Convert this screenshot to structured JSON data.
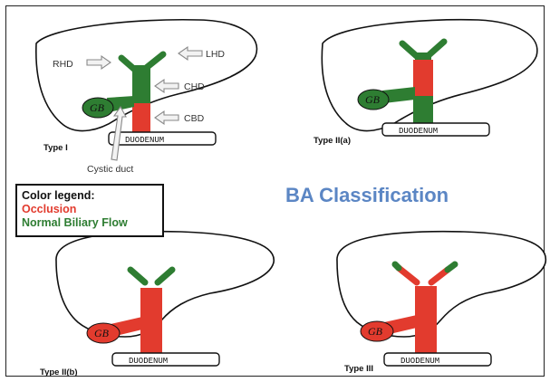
{
  "title": "BA Classification",
  "legend": {
    "heading": "Color legend:",
    "occlusion": "Occlusion",
    "normal": "Normal Biliary Flow"
  },
  "colors": {
    "occlusion": "#e23b2e",
    "normal": "#2e7d32",
    "title": "#5b86c4"
  },
  "labels": {
    "rhd": "RHD",
    "lhd": "LHD",
    "chd": "CHD",
    "cbd": "CBD",
    "cystic_duct": "Cystic duct",
    "gb": "GB",
    "duodenum": "DUODENUM"
  },
  "panels": [
    {
      "type_label": "Type I",
      "hepatic_ducts": "normal",
      "common_hepatic": "normal",
      "common_bile": "occlusion",
      "gallbladder": "normal"
    },
    {
      "type_label": "Type II(a)",
      "hepatic_ducts": "normal",
      "common_hepatic": "occlusion",
      "common_bile": "normal",
      "gallbladder": "normal"
    },
    {
      "type_label": "Type II(b)",
      "hepatic_ducts": "normal",
      "common_hepatic": "occlusion",
      "common_bile": "occlusion",
      "gallbladder": "occlusion"
    },
    {
      "type_label": "Type III",
      "hepatic_ducts": "occlusion",
      "common_hepatic": "occlusion",
      "common_bile": "occlusion",
      "gallbladder": "occlusion"
    }
  ]
}
